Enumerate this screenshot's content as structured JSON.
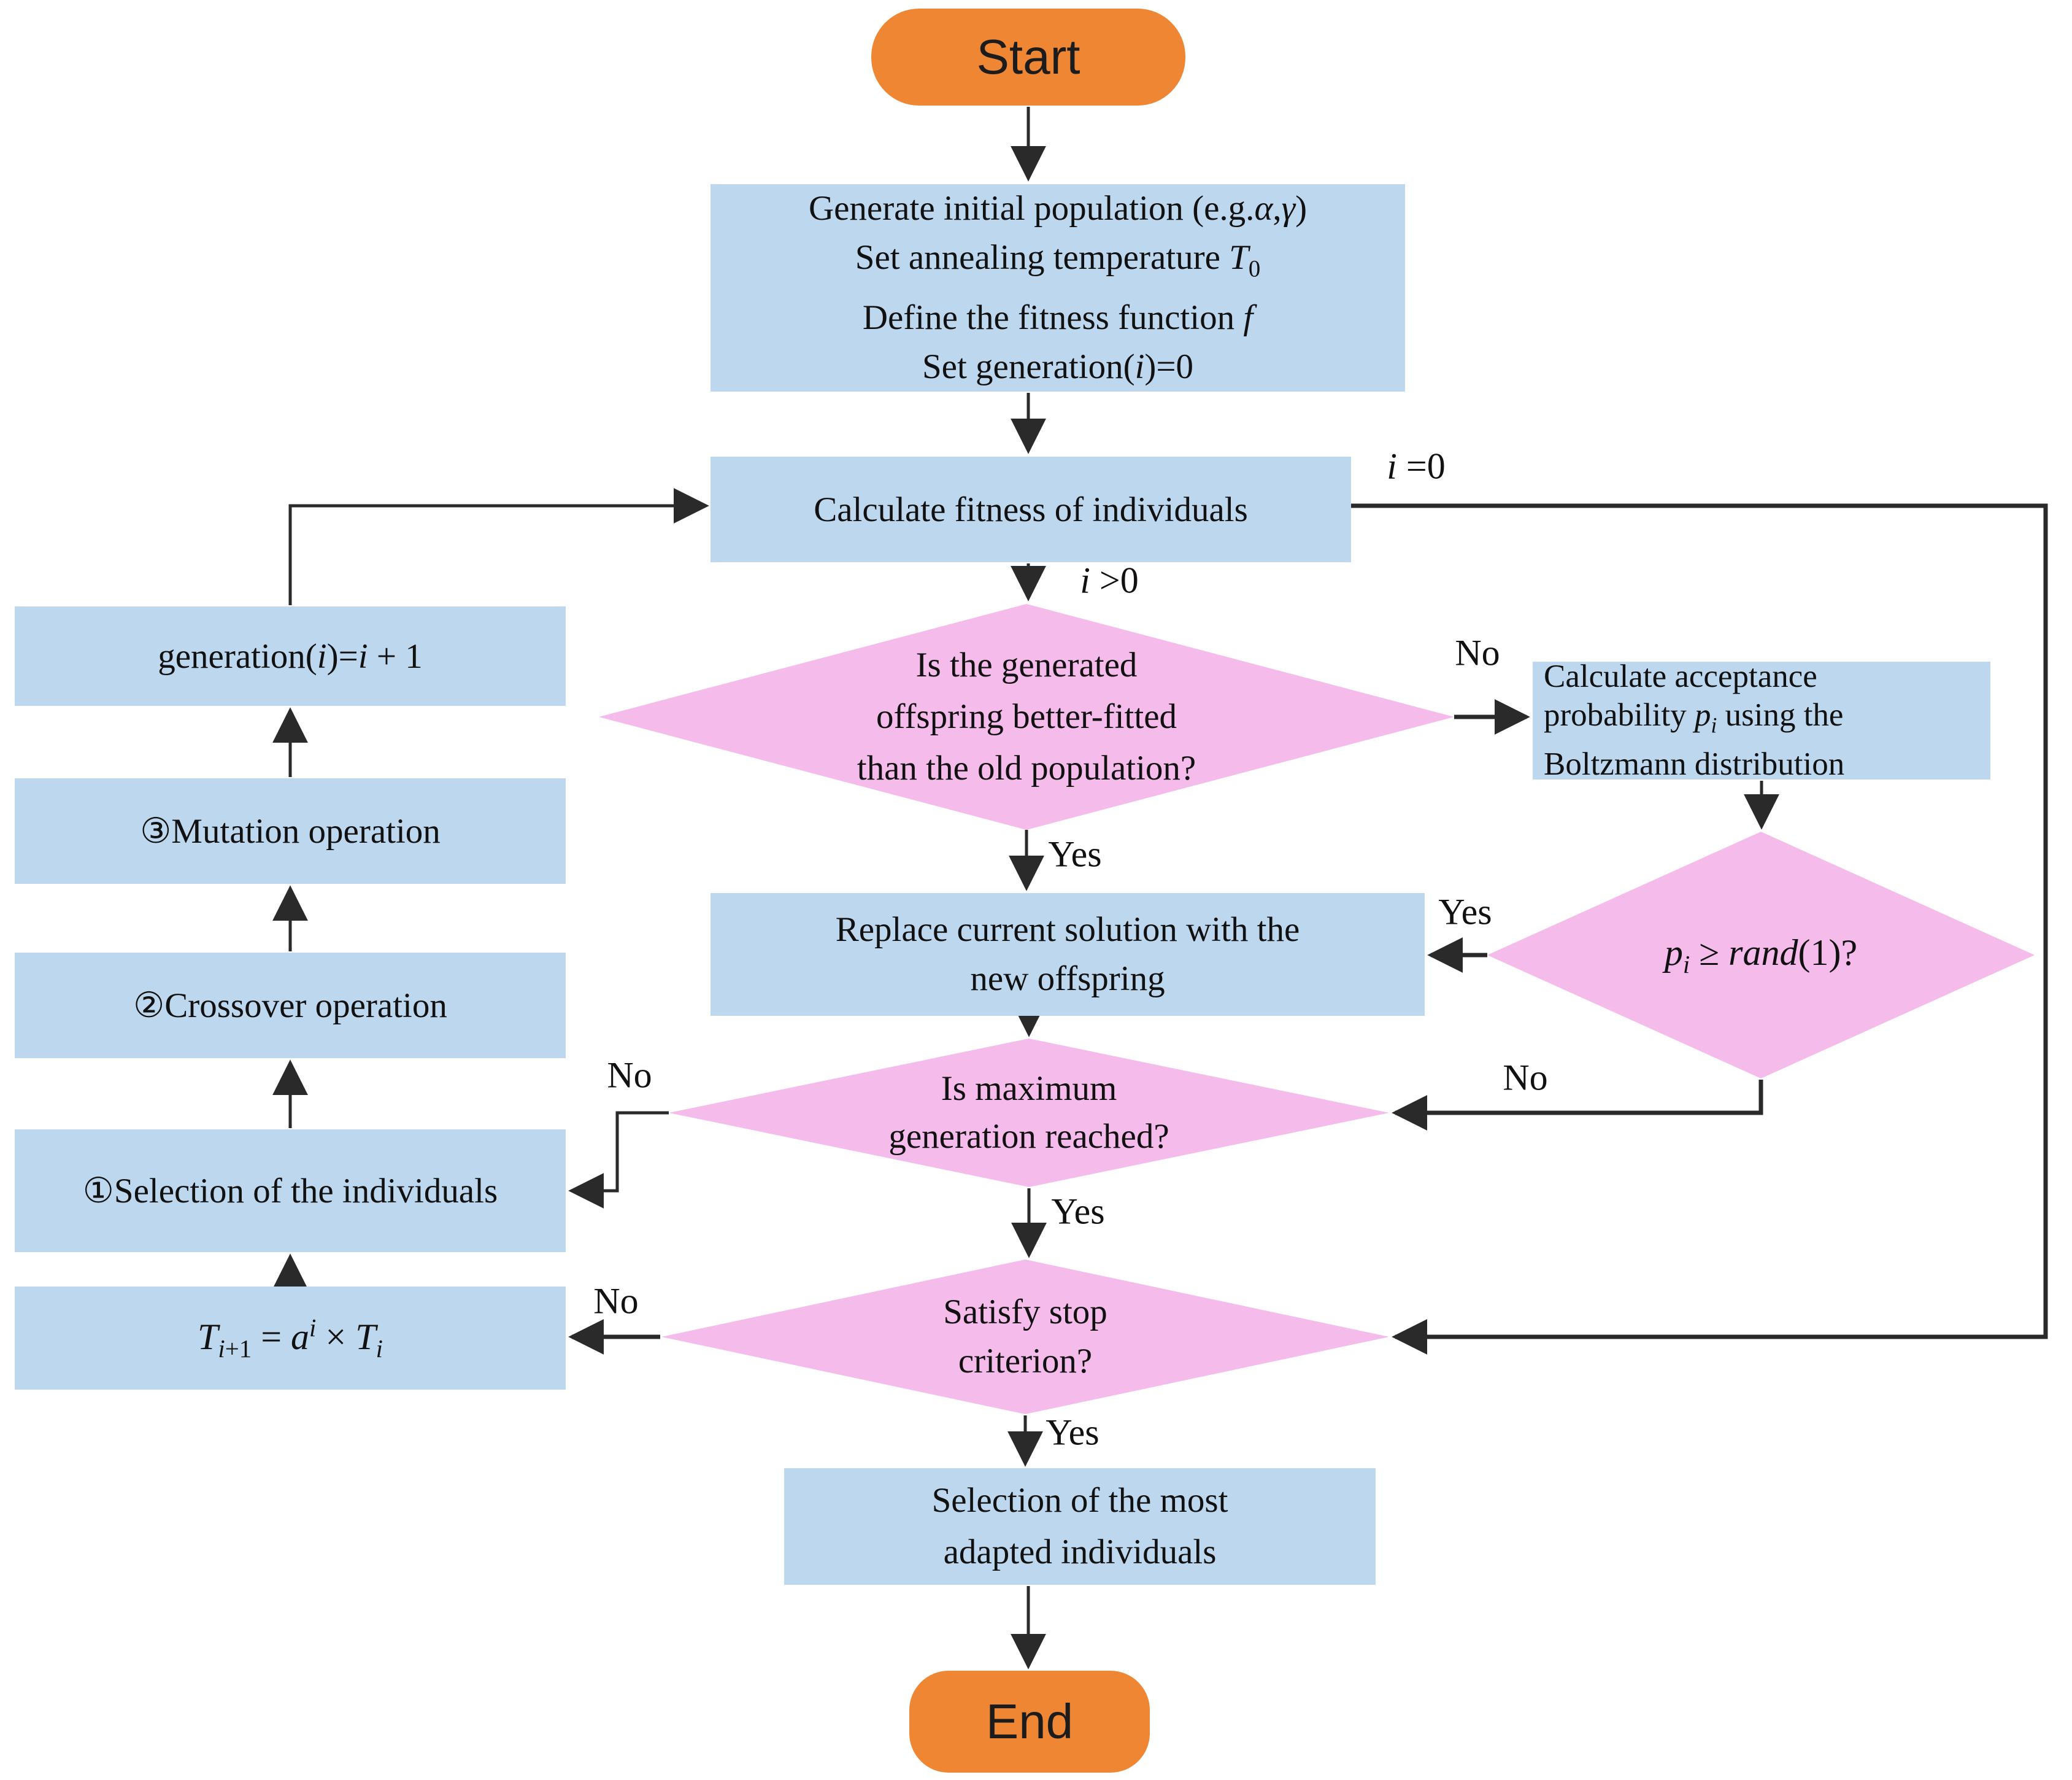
{
  "colors": {
    "orange": "#ee8633",
    "blue": "#bdd7ee",
    "pink": "#f4bbeb",
    "line": "#2a2a2a"
  },
  "nodes": {
    "start": {
      "label": "Start"
    },
    "init": {
      "lines": [
        "Generate initial population (e.g.<i>α</i>,<i>γ</i>)",
        "Set annealing temperature <i>T</i><sub>0</sub>",
        "Define the fitness function <i>f</i>",
        "Set generation(<i>i</i>)=0"
      ]
    },
    "fitness": {
      "label": "Calculate fitness of individuals"
    },
    "better": {
      "lines": [
        "Is the generated",
        "offspring better-fitted",
        "than the old population?"
      ]
    },
    "accept": {
      "lines": [
        "Calculate acceptance",
        "probability <i>p<sub>i</sub></i> using the",
        "Boltzmann distribution"
      ]
    },
    "rand": {
      "label": "<i>p<sub>i</sub></i> ≥ <i>rand</i>(1)?"
    },
    "replace": {
      "lines": [
        "Replace current solution with the",
        "new offspring"
      ]
    },
    "maxgen": {
      "lines": [
        "Is maximum",
        "generation reached?"
      ]
    },
    "stop": {
      "lines": [
        "Satisfy stop",
        "criterion?"
      ]
    },
    "most": {
      "lines": [
        "Selection of the most",
        "adapted individuals"
      ]
    },
    "end": {
      "label": "End"
    },
    "generation": {
      "label": "generation(<i>i</i>)=<i>i</i> + 1"
    },
    "mutation": {
      "label": "③Mutation operation"
    },
    "crossover": {
      "label": "②Crossover operation"
    },
    "selection": {
      "label": "①Selection of the individuals"
    },
    "temperature": {
      "label": "<i>T</i><sub><i>i</i>+1</sub> = <i>a</i><sup><i>i</i></sup> × <i>T</i><sub><i>i</i></sub>"
    }
  },
  "edge_labels": {
    "i_eq_0": "<i>i</i> =0",
    "i_gt_0": "<i>i</i> >0",
    "better_no": "No",
    "better_yes": "Yes",
    "rand_yes": "Yes",
    "rand_no": "No",
    "maxgen_no": "No",
    "maxgen_yes": "Yes",
    "stop_no": "No",
    "stop_yes": "Yes"
  }
}
